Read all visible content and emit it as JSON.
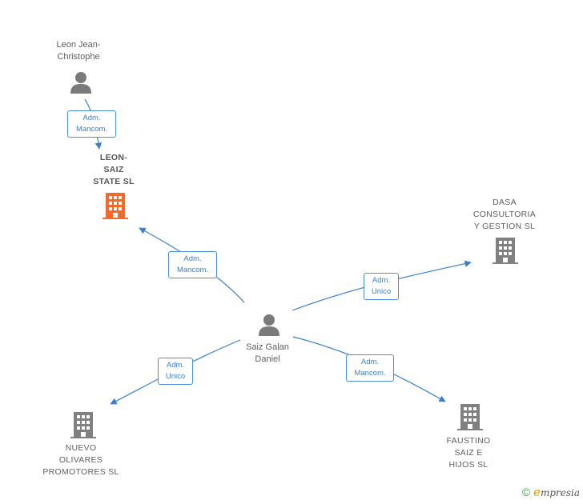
{
  "colors": {
    "edge": "#3a7fcf",
    "person_icon": "#7a7a7a",
    "company_icon": "#808080",
    "focus_company_icon": "#f26a2c",
    "brand_green": "#3fa34d",
    "brand_orange": "#f39200"
  },
  "nodes": {
    "leon_jean": {
      "label": "Leon Jean-\nChristophe",
      "icon": "person-icon"
    },
    "saiz_galan": {
      "label": "Saiz Galan\nDaniel",
      "icon": "person-icon"
    },
    "leon_saiz": {
      "label": "LEON-\nSAIZ\nSTATE  SL",
      "icon": "building-icon"
    },
    "dasa": {
      "label": "DASA\nCONSULTORIA\nY GESTION  SL",
      "icon": "building-icon"
    },
    "nuevo": {
      "label": "NUEVO\nOLIVARES\nPROMOTORES SL",
      "icon": "building-icon"
    },
    "faustino": {
      "label": "FAUSTINO\nSAIZ E\nHIJOS SL",
      "icon": "building-icon"
    }
  },
  "edges": {
    "leon_to_leonsaiz": "Adm.\nMancom.",
    "saiz_to_leonsaiz": "Adm.\nMancom.",
    "saiz_to_dasa": "Adm.\nUnico",
    "saiz_to_nuevo": "Adm.\nUnico",
    "saiz_to_faustino": "Adm.\nMancom."
  },
  "brand": {
    "copyright": "©",
    "e": "e",
    "rest": "mpresia"
  }
}
